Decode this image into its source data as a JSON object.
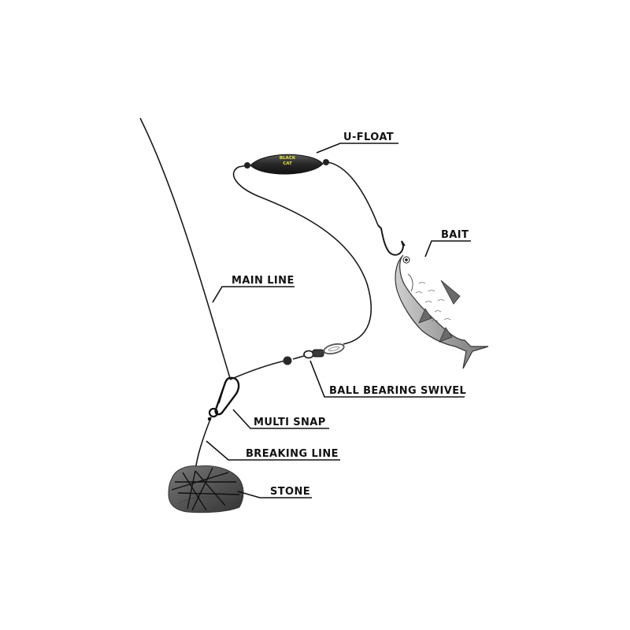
{
  "labels": {
    "u_float": "U-FLOAT",
    "bait": "BAIT",
    "main_line": "MAIN LINE",
    "ball_bearing_swivel": "BALL BEARING SWIVEL",
    "multi_snap": "MULTI SNAP",
    "breaking_line": "BREAKING LINE",
    "stone": "STONE"
  },
  "float_brand": [
    "BLACK",
    "CAT"
  ],
  "colors": {
    "accent_brand": "#e8e23a",
    "line": "#1a1a1a",
    "float_body": "#2b2b2b",
    "stone": "#555555",
    "fish_body": "#a8a8a8"
  }
}
